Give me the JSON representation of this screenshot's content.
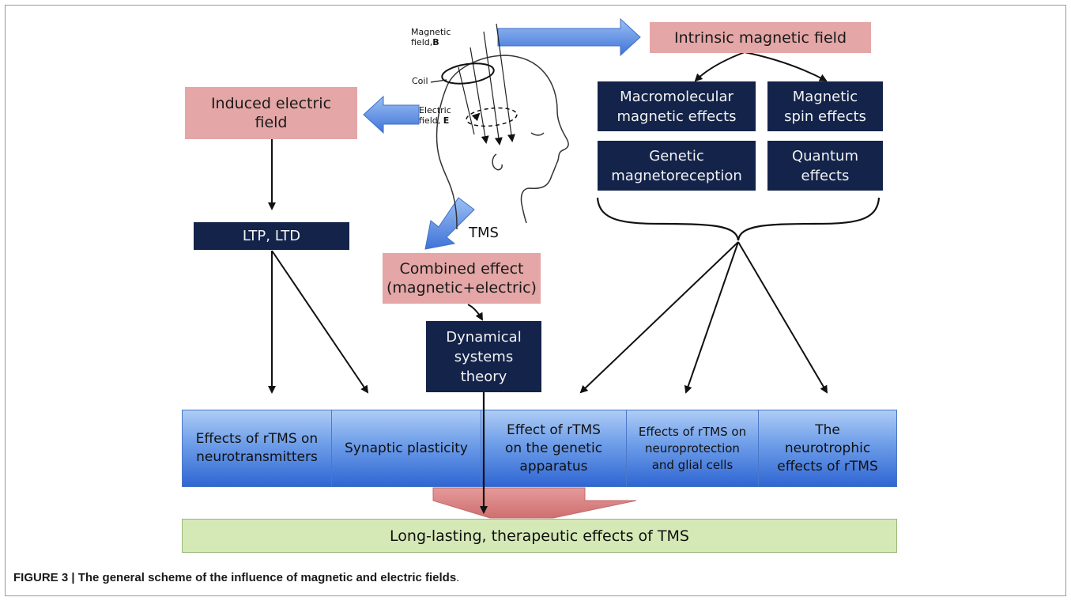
{
  "head_labels": {
    "magnetic_field": "Magnetic\nfield,",
    "magnetic_symbol": "B",
    "coil": "Coil",
    "electric_field": "Electric\nfield,",
    "electric_symbol": "E",
    "tms": "TMS"
  },
  "boxes": {
    "intrinsic_field": "Intrinsic magnetic field",
    "induced_field": "Induced electric\nfield",
    "combined_effect": "Combined effect\n(magnetic+electric)",
    "macromolecular": "Macromolecular\nmagnetic effects",
    "spin": "Magnetic\nspin effects",
    "genetic_mag": "Genetic\nmagnetoreception",
    "quantum": "Quantum\neffects",
    "ltp_ltd": "LTP, LTD",
    "dynamical": "Dynamical\nsystems\ntheory"
  },
  "effects": [
    "Effects of rTMS on\nneurotransmitters",
    "Synaptic plasticity",
    "Effect of rTMS\non the genetic\napparatus",
    "Effects of rTMS on\nneuroprotection\nand glial cells",
    "The\nneurotrophic\neffects of rTMS"
  ],
  "outcome": "Long-lasting, therapeutic effects of TMS",
  "caption": {
    "label": "FIGURE 3 | The general scheme of the influence of magnetic and electric fields",
    "end": "."
  },
  "colors": {
    "pink_box": "#e4a6a6",
    "navy_box": "#13234a",
    "blue_bar": "#6d9de8",
    "green_bar": "#d4e9b6",
    "big_arrow": "#5b8fe0",
    "down_arrow": "#d97b7b"
  }
}
